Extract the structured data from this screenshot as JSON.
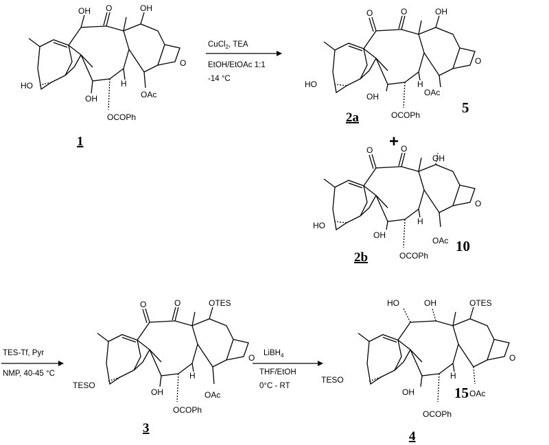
{
  "reaction1": {
    "reagent_line1": "CuCl",
    "reagent_line1_sub": "2",
    "reagent_line1_rest": ", TEA",
    "solvent": "EtOH/EtOAc 1:1",
    "temperature": "-14 °C"
  },
  "reaction2": {
    "reagent_line1": "TES-Tf, Pyr",
    "conditions": "NMP, 40-45 °C"
  },
  "reaction3": {
    "reagent": "LiBH",
    "reagent_sub": "4",
    "solvent": "THF/EtOH",
    "temperature": "0°C - RT"
  },
  "plus": "+",
  "compounds": {
    "c1": {
      "label": "1"
    },
    "c2a": {
      "label": "2a"
    },
    "c2b": {
      "label": "2b"
    },
    "c3": {
      "label": "3"
    },
    "c4": {
      "label": "4"
    }
  },
  "margin_numbers": {
    "n5": "5",
    "n10": "10",
    "n15": "15"
  },
  "substituents": {
    "oh": "OH",
    "ho": "HO",
    "h": "H",
    "oac": "OAc",
    "ocoph": "OCOPh",
    "o": "O",
    "otes": "OTES",
    "teso": "TESO"
  }
}
